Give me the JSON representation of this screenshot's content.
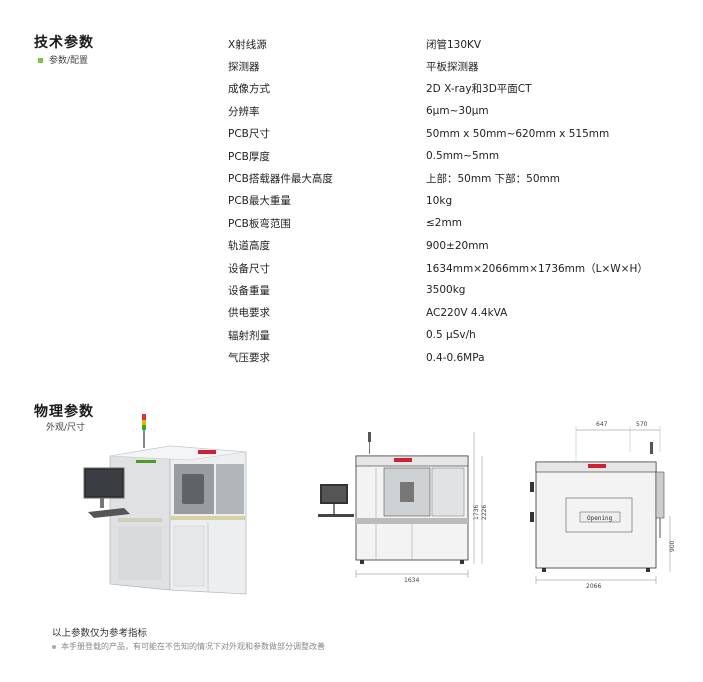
{
  "tech": {
    "title": "技术参数",
    "subtitle": "参数/配置",
    "rows": [
      {
        "label": "X射线源",
        "value": "闭管130KV"
      },
      {
        "label": "探测器",
        "value": "平板探测器"
      },
      {
        "label": "成像方式",
        "value": "2D X-ray和3D平面CT"
      },
      {
        "label": "分辨率",
        "value": "6μm~30μm"
      },
      {
        "label": "PCB尺寸",
        "value": "50mm x 50mm~620mm x 515mm"
      },
      {
        "label": "PCB厚度",
        "value": "0.5mm~5mm"
      },
      {
        "label": "PCB搭载器件最大高度",
        "value": "上部：50mm  下部：50mm"
      },
      {
        "label": "PCB最大重量",
        "value": "10kg"
      },
      {
        "label": "PCB板弯范围",
        "value": "≤2mm"
      },
      {
        "label": "轨道高度",
        "value": "900±20mm"
      },
      {
        "label": "设备尺寸",
        "value": "1634mm×2066mm×1736mm（L×W×H）"
      },
      {
        "label": "设备重量",
        "value": "3500kg"
      },
      {
        "label": "供电要求",
        "value": "AC220V  4.4kVA"
      },
      {
        "label": "辐射剂量",
        "value": "0.5 μSv/h"
      },
      {
        "label": "气压要求",
        "value": "0.4-0.6MPa"
      }
    ]
  },
  "physical": {
    "title": "物理参数",
    "subtitle": "外观/尺寸"
  },
  "drawing_front": {
    "width": "1634",
    "height_total": "2226",
    "height_body": "1736"
  },
  "drawing_side": {
    "width": "2066",
    "dim_a": "647",
    "dim_b": "570",
    "rail_height": "900",
    "opening": "Opening"
  },
  "notes": {
    "main": "以上参数仅为参考指标",
    "sub": "本手册登载的产品，有可能在不告知的情况下对外观和参数做部分调整改善"
  }
}
